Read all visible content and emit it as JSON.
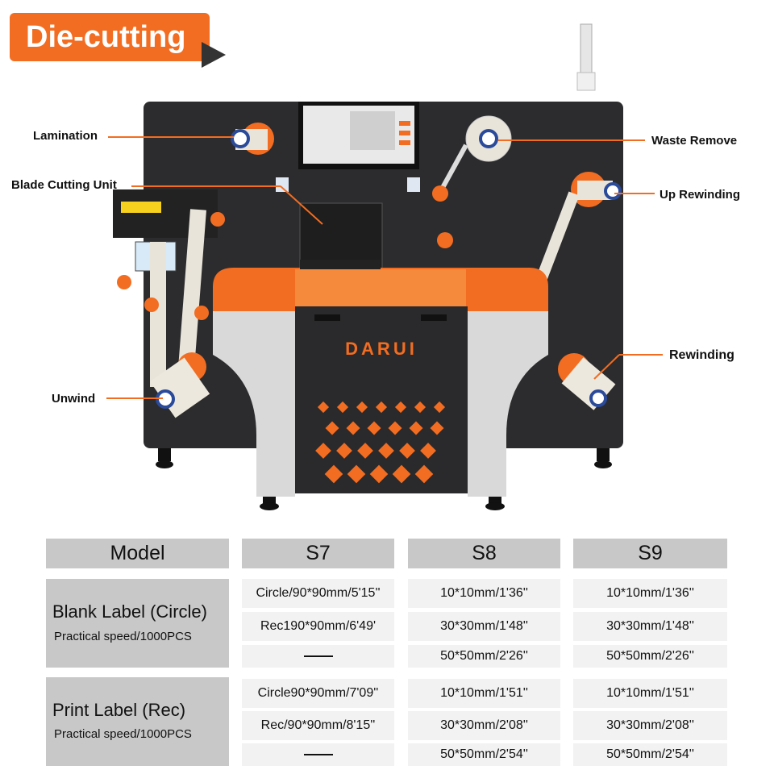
{
  "badge": "Die-cutting",
  "brand": "DARUI",
  "labels": {
    "lamination": "Lamination",
    "blade": "Blade Cutting Unit",
    "unwind": "Unwind",
    "waste": "Waste Remove",
    "up_rewinding": "Up Rewinding",
    "rewinding": "Rewinding"
  },
  "table": {
    "headers": [
      "Model",
      "S7",
      "S8",
      "S9"
    ],
    "blank": {
      "title": "Blank Label (Circle)",
      "subtitle": "Practical speed/1000PCS",
      "s7": [
        "Circle/90*90mm/5'15''",
        "Rec190*90mm/6'49'",
        "——"
      ],
      "s8": [
        "10*10mm/1'36''",
        "30*30mm/1'48''",
        "50*50mm/2'26''"
      ],
      "s9": [
        "10*10mm/1'36''",
        "30*30mm/1'48''",
        "50*50mm/2'26''"
      ]
    },
    "print": {
      "title": "Print Label (Rec)",
      "subtitle": "Practical speed/1000PCS",
      "s7": [
        "Circle90*90mm/7'09''",
        "Rec/90*90mm/8'15''",
        "——"
      ],
      "s8": [
        "10*10mm/1'51''",
        "30*30mm/2'08''",
        "50*50mm/2'54''"
      ],
      "s9": [
        "10*10mm/1'51''",
        "30*30mm/2'08''",
        "50*50mm/2'54''"
      ]
    }
  },
  "colors": {
    "accent": "#f26d21",
    "machine": "#2c2c2e",
    "panel": "#d9d9d9"
  }
}
